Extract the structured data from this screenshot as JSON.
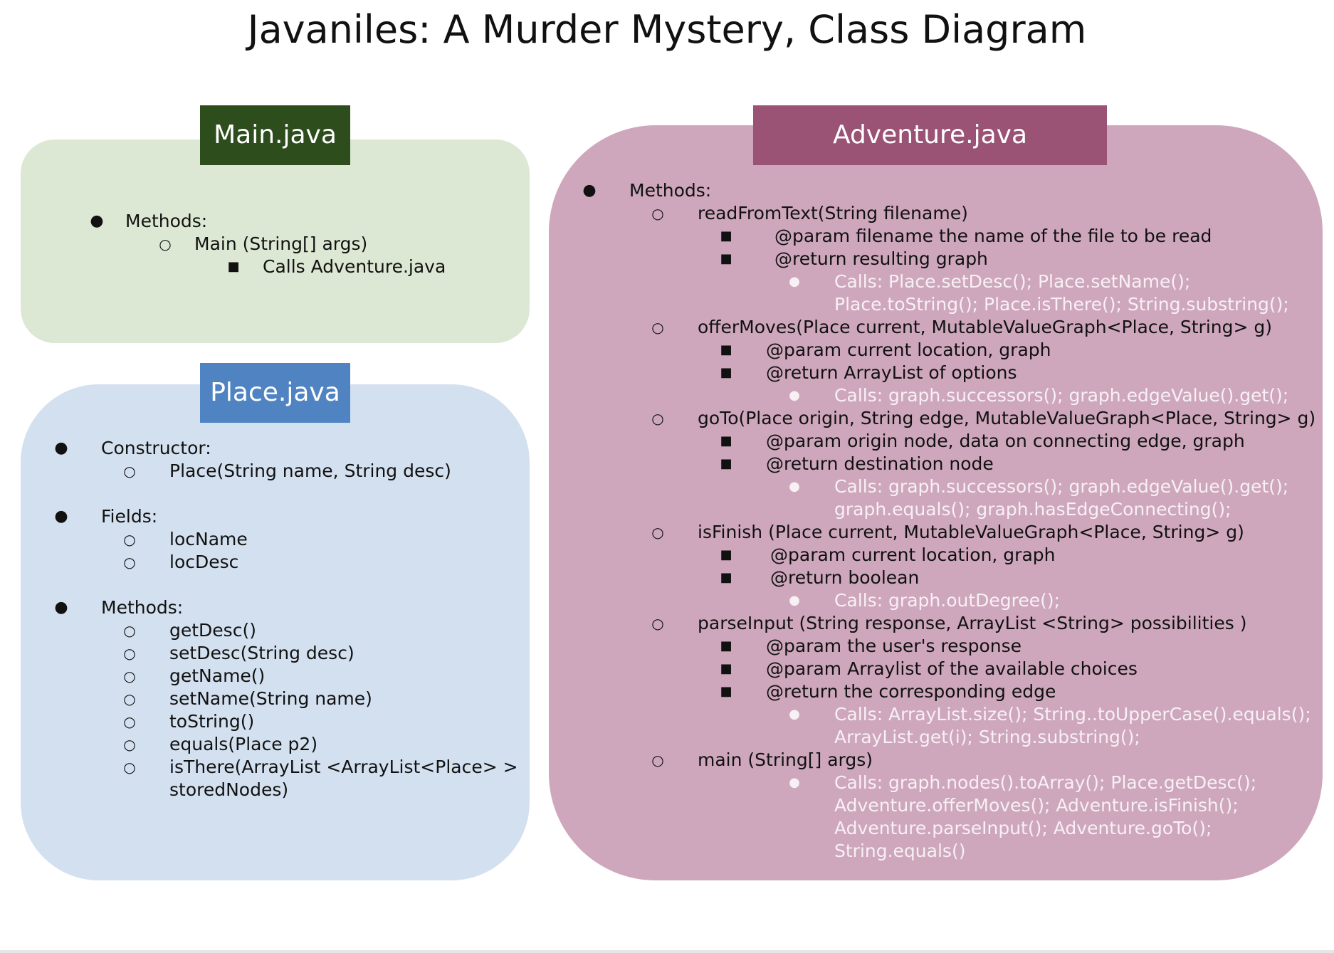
{
  "title": "Javaniles: A Murder Mystery, Class Diagram",
  "colors": {
    "main_panel": "#dde8d4",
    "main_header": "#2e4d1d",
    "place_panel": "#d3e0ef",
    "place_header": "#5083c2",
    "adventure_panel": "#cea7bc",
    "adventure_header": "#9a5275"
  },
  "bullets": {
    "level1": "●",
    "level2": "○",
    "level3": "■",
    "level4": "●"
  },
  "main": {
    "header": "Main.java",
    "items": [
      {
        "level": 1,
        "text": "Methods:"
      },
      {
        "level": 2,
        "text": "Main (String[] args)"
      },
      {
        "level": 3,
        "text": "Calls Adventure.java"
      }
    ]
  },
  "place": {
    "header": "Place.java",
    "items": [
      {
        "level": 1,
        "text": "Constructor:"
      },
      {
        "level": 2,
        "text": "Place(String name, String desc)"
      },
      {
        "level": 1,
        "text": "Fields:"
      },
      {
        "level": 2,
        "text": "locName"
      },
      {
        "level": 2,
        "text": "locDesc"
      },
      {
        "level": 1,
        "text": "Methods:"
      },
      {
        "level": 2,
        "text": "getDesc()"
      },
      {
        "level": 2,
        "text": "setDesc(String desc)"
      },
      {
        "level": 2,
        "text": "getName()"
      },
      {
        "level": 2,
        "text": "setName(String name)"
      },
      {
        "level": 2,
        "text": "toString()"
      },
      {
        "level": 2,
        "text": "equals(Place p2)"
      },
      {
        "level": 2,
        "text": "isThere(ArrayList <ArrayList<Place> >"
      },
      {
        "level": 2,
        "text": "storedNodes)",
        "cont": true
      }
    ]
  },
  "adventure": {
    "header": "Adventure.java",
    "items": [
      {
        "level": 1,
        "text": "Methods:"
      },
      {
        "level": 2,
        "text": "readFromText(String filename)"
      },
      {
        "level": 3,
        "text": "@param filename the name of the file to be read"
      },
      {
        "level": 3,
        "text": "@return resulting graph"
      },
      {
        "level": 4,
        "text": "Calls: Place.setDesc(); Place.setName();"
      },
      {
        "level": 4,
        "text": "Place.toString(); Place.isThere(); String.substring();",
        "cont": true
      },
      {
        "level": 2,
        "text": "offerMoves(Place current,  MutableValueGraph<Place, String> g)"
      },
      {
        "level": 3,
        "text": "@param current location, graph"
      },
      {
        "level": 3,
        "text": "@return ArrayList of options"
      },
      {
        "level": 4,
        "text": "Calls: graph.successors(); graph.edgeValue().get();"
      },
      {
        "level": 2,
        "text": "goTo(Place origin, String edge, MutableValueGraph<Place, String> g)"
      },
      {
        "level": 3,
        "text": "@param origin node, data on connecting edge, graph"
      },
      {
        "level": 3,
        "text": "@return destination node"
      },
      {
        "level": 4,
        "text": "Calls: graph.successors(); graph.edgeValue().get();"
      },
      {
        "level": 4,
        "text": "graph.equals(); graph.hasEdgeConnecting();",
        "cont": true
      },
      {
        "level": 2,
        "text": "isFinish (Place current, MutableValueGraph<Place, String> g)"
      },
      {
        "level": 3,
        "text": "@param current location, graph"
      },
      {
        "level": 3,
        "text": "@return boolean"
      },
      {
        "level": 4,
        "text": "Calls: graph.outDegree();"
      },
      {
        "level": 2,
        "text": "parseInput (String response, ArrayList <String> possibilities )"
      },
      {
        "level": 3,
        "text": "@param the user's response"
      },
      {
        "level": 3,
        "text": "@param Arraylist of the available choices"
      },
      {
        "level": 3,
        "text": "@return the corresponding edge"
      },
      {
        "level": 4,
        "text": "Calls: ArrayList.size(); String..toUpperCase().equals();"
      },
      {
        "level": 4,
        "text": "ArrayList.get(i); String.substring();",
        "cont": true
      },
      {
        "level": 2,
        "text": " main (String[] args)"
      },
      {
        "level": 4,
        "text": "Calls:  graph.nodes().toArray(); Place.getDesc();"
      },
      {
        "level": 4,
        "text": "Adventure.offerMoves(); Adventure.isFinish();",
        "cont": true
      },
      {
        "level": 4,
        "text": "Adventure.parseInput(); Adventure.goTo();",
        "cont": true
      },
      {
        "level": 4,
        "text": "String.equals()",
        "cont": true
      }
    ]
  }
}
